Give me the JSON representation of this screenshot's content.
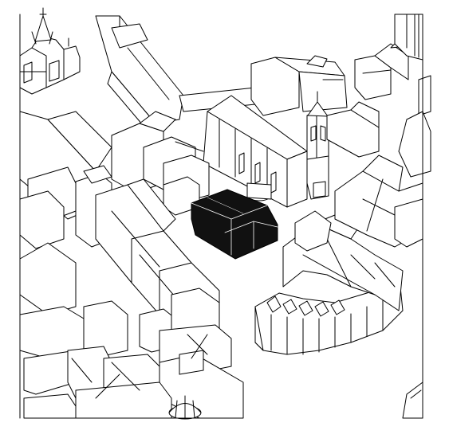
{
  "diagram": {
    "type": "axonometric-site-plan",
    "background_color": "#ffffff",
    "line_color": "#000000",
    "highlight_color": "#111111",
    "features": [
      "highlighted-building",
      "church-nave",
      "church-tower",
      "cathedral-spire",
      "curved-building-block",
      "domed-kiosk",
      "street-block-north",
      "street-block-west",
      "street-block-south",
      "east-buildings"
    ]
  }
}
